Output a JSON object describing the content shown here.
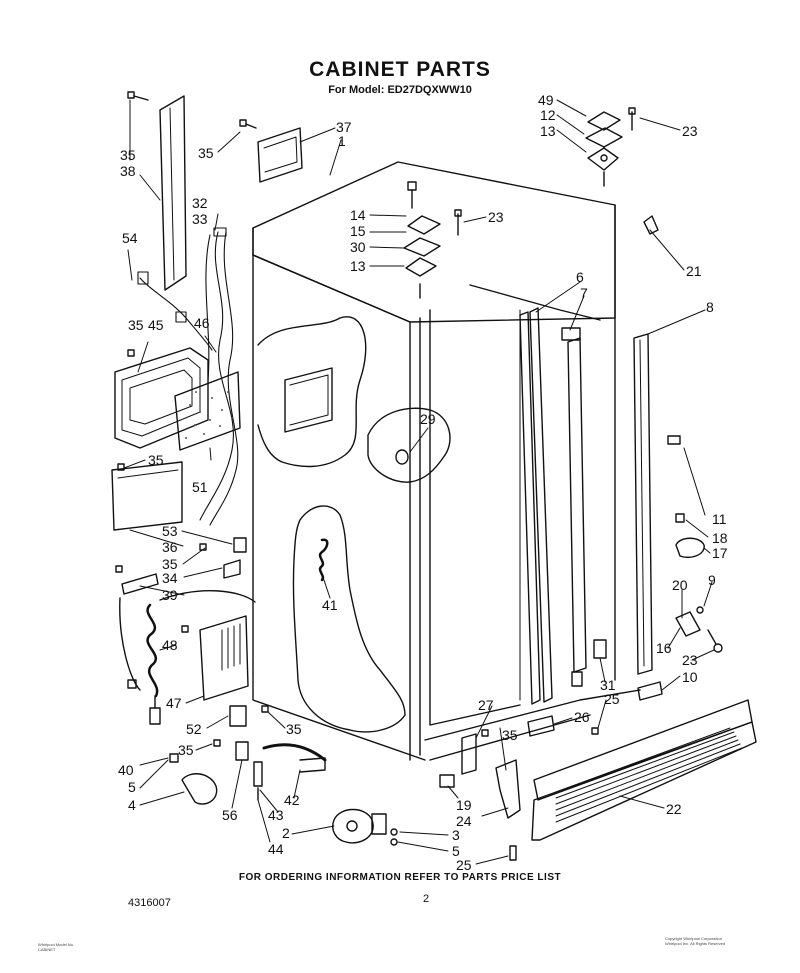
{
  "header": {
    "title": "CABINET PARTS",
    "subtitle": "For Model: ED27DQXWW10"
  },
  "footer": {
    "ordering_note": "FOR ORDERING INFORMATION REFER TO PARTS PRICE LIST",
    "part_number": "4316007",
    "page_number": "2"
  },
  "fine_print": {
    "left": [
      "Whirlpool Model No.",
      "CABINET"
    ],
    "right": [
      "Copyright Whirlpool Corporation",
      "Whirlpool Inc. All Rights Reserved"
    ]
  },
  "callouts": [
    "49",
    "12",
    "13",
    "23",
    "35",
    "37",
    "1",
    "35",
    "38",
    "14",
    "15",
    "23",
    "30",
    "13",
    "32",
    "33",
    "54",
    "21",
    "6",
    "7",
    "8",
    "35",
    "45",
    "46",
    "29",
    "35",
    "51",
    "11",
    "53",
    "36",
    "35",
    "34",
    "39",
    "41",
    "18",
    "17",
    "20",
    "9",
    "48",
    "16",
    "23",
    "10",
    "31",
    "25",
    "47",
    "27",
    "26",
    "52",
    "35",
    "35",
    "40",
    "5",
    "4",
    "56",
    "42",
    "43",
    "44",
    "2",
    "3",
    "5",
    "19",
    "24",
    "35",
    "22",
    "25"
  ]
}
